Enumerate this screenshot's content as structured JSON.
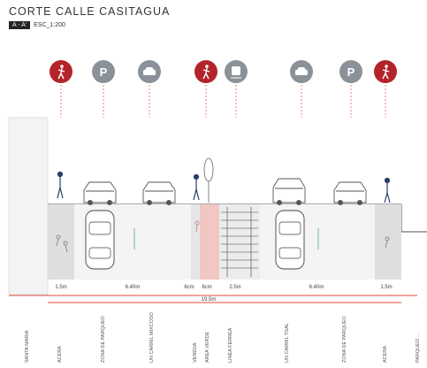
{
  "header": {
    "title": "CORTE CALLE CASITAGUA",
    "tag": "A - A'",
    "scale": "ESC_1:200"
  },
  "top_icons": [
    {
      "type": "pedestrian",
      "color": "#b3232a",
      "glyph": "walk-icon"
    },
    {
      "type": "parking",
      "color": "#8a9198",
      "glyph": "P"
    },
    {
      "type": "car",
      "color": "#8a9198",
      "glyph": "car-icon"
    },
    {
      "type": "pedestrian",
      "color": "#b3232a",
      "glyph": "walk-icon"
    },
    {
      "type": "train",
      "color": "#8a9198",
      "glyph": "train-icon"
    },
    {
      "type": "car",
      "color": "#8a9198",
      "glyph": "car-icon"
    },
    {
      "type": "parking",
      "color": "#8a9198",
      "glyph": "P"
    },
    {
      "type": "pedestrian",
      "color": "#b3232a",
      "glyph": "walk-icon"
    }
  ],
  "dimensions": {
    "segments": [
      "1.5m",
      "6.40m",
      "6cm",
      "6cm",
      "2.5m",
      "6.40m",
      "1.5m"
    ],
    "total": "19.5m"
  },
  "zone_labels": [
    "SANTA MARIA",
    "ACERA",
    "ZONA DE PARQUEO",
    "UN CARRIL MIXCOSO",
    "VEREDA",
    "AREA VERDE",
    "LINEA FERREA",
    "UN CARRIL TDAL",
    "ZONA DE PARQUEO",
    "ACERA",
    "PARQUEO ..."
  ],
  "colors": {
    "accent_red": "#b3232a",
    "icon_grey": "#8a9198",
    "line_red": "#e04a3a",
    "sidewalk": "#dedede",
    "green_area": "#f2c6c2"
  }
}
